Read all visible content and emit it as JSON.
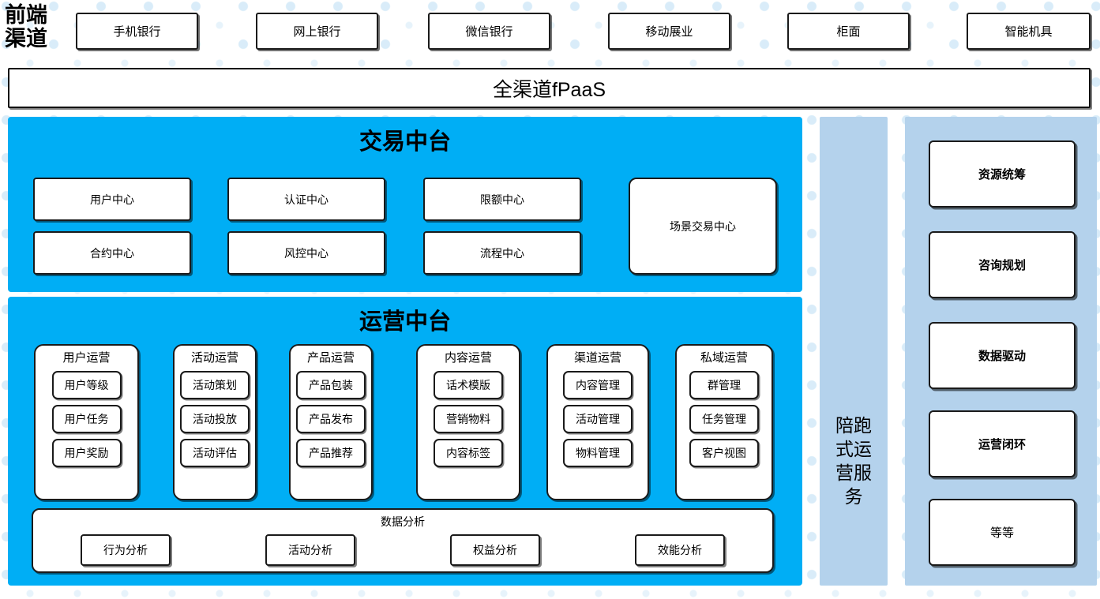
{
  "diagram": {
    "title_hidden": "",
    "colors": {
      "cyan_panel": "#00AEF5",
      "light_blue_panel": "#B4D2EC",
      "box_border": "#1A1A1A",
      "box_fill": "#FFFFFF",
      "background": "#FFFFFF",
      "dot_pattern": "#D8ECF9"
    }
  },
  "front_channel": {
    "label": "前端\n渠道",
    "label_line1": "前端",
    "label_line2": "渠道",
    "items": [
      {
        "label": "手机银行"
      },
      {
        "label": "网上银行"
      },
      {
        "label": "微信银行"
      },
      {
        "label": "移动展业"
      },
      {
        "label": "柜面"
      },
      {
        "label": "智能机具"
      }
    ]
  },
  "banner": {
    "label": "全渠道fPaaS"
  },
  "transaction_platform": {
    "title": "交易中台",
    "left_grid": [
      {
        "label": "用户中心"
      },
      {
        "label": "认证中心"
      },
      {
        "label": "限额中心"
      },
      {
        "label": "合约中心"
      },
      {
        "label": "风控中心"
      },
      {
        "label": "流程中心"
      }
    ],
    "tall_box": {
      "label": "场景交易中心"
    }
  },
  "operation_platform": {
    "title": "运营中台",
    "columns": [
      {
        "title": "用户运营",
        "items": [
          {
            "label": "用户等级"
          },
          {
            "label": "用户任务"
          },
          {
            "label": "用户奖励"
          }
        ]
      },
      {
        "title": "活动运营",
        "items": [
          {
            "label": "活动策划"
          },
          {
            "label": "活动投放"
          },
          {
            "label": "活动评估"
          }
        ]
      },
      {
        "title": "产品运营",
        "items": [
          {
            "label": "产品包装"
          },
          {
            "label": "产品发布"
          },
          {
            "label": "产品推荐"
          }
        ]
      },
      {
        "title": "内容运营",
        "items": [
          {
            "label": "话术模版"
          },
          {
            "label": "营销物料"
          },
          {
            "label": "内容标签"
          }
        ]
      },
      {
        "title": "渠道运营",
        "items": [
          {
            "label": "内容管理"
          },
          {
            "label": "活动管理"
          },
          {
            "label": "物料管理"
          }
        ]
      },
      {
        "title": "私域运营",
        "items": [
          {
            "label": "群管理"
          },
          {
            "label": "任务管理"
          },
          {
            "label": "客户视图"
          }
        ]
      }
    ],
    "data_analysis": {
      "title": "数据分析",
      "items": [
        {
          "label": "行为分析"
        },
        {
          "label": "活动分析"
        },
        {
          "label": "权益分析"
        },
        {
          "label": "效能分析"
        }
      ]
    }
  },
  "service_column": {
    "label": "陪跑式运营服务"
  },
  "right_panel": {
    "items": [
      {
        "label": "资源统筹",
        "bold": true
      },
      {
        "label": "咨询规划",
        "bold": true
      },
      {
        "label": "数据驱动",
        "bold": true
      },
      {
        "label": "运营闭环",
        "bold": true
      },
      {
        "label": "等等",
        "bold": false
      }
    ]
  }
}
